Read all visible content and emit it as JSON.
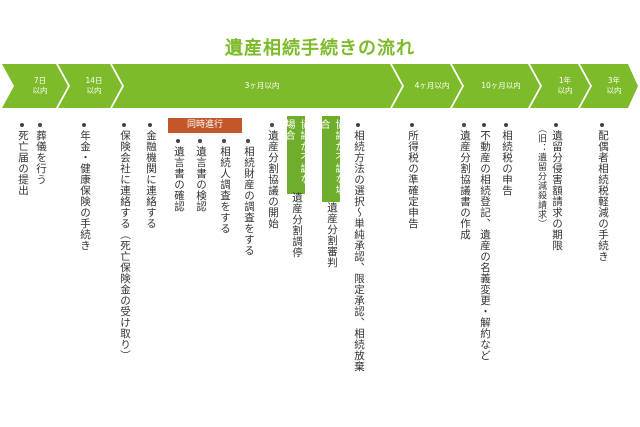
{
  "title": "遺産相続手続きの流れ",
  "timeline": [
    {
      "label": "7日\n以内"
    },
    {
      "label": "14日\n以内"
    },
    {
      "label": "3ヶ月以内"
    },
    {
      "label": "4ヶ月以内"
    },
    {
      "label": "10ヶ月以内"
    },
    {
      "label": "1年\n以内"
    },
    {
      "label": "3年\n以内"
    }
  ],
  "columns": {
    "c7": [
      "葬儀を行う",
      "死亡届の提出"
    ],
    "c14": [
      "年金・健康保険の手続き"
    ],
    "c3m_a": [
      "保険会社に連絡する（死亡保険金の受け取り）",
      "金融機関に連絡する"
    ],
    "parallel_label": "同時進行",
    "c3m_b": [
      "遺言書の確認",
      "遺言書の検認",
      "相続人調査をする",
      "相続財産の調査をする"
    ],
    "c3m_c": [
      "遺産分割協議の開始"
    ],
    "mediation_box": "協議が不調な場合",
    "mediation_text": "遺産分割調停",
    "judgment_box": "協議が不調な場合",
    "judgment_text": "遺産分割審判",
    "c3m_d": [
      "相続方法の選択～単純承認、限定承認、相続放棄"
    ],
    "c4m": [
      "所得税の準確定申告"
    ],
    "c10m": [
      "遺産分割協議書の作成",
      "不動産の相続登記、遺産の名義変更・解約など",
      "相続税の申告"
    ],
    "c1y_main": "遺留分侵害額請求の期限",
    "c1y_sub": "（旧：遺留分減殺請求）",
    "c3y": [
      "配偶者相続税軽減の手続き"
    ]
  },
  "colors": {
    "title": "#7dbb2a",
    "band": "#7dbb2a",
    "box_green": "#6fae2c",
    "box_orange": "#c2572a"
  }
}
